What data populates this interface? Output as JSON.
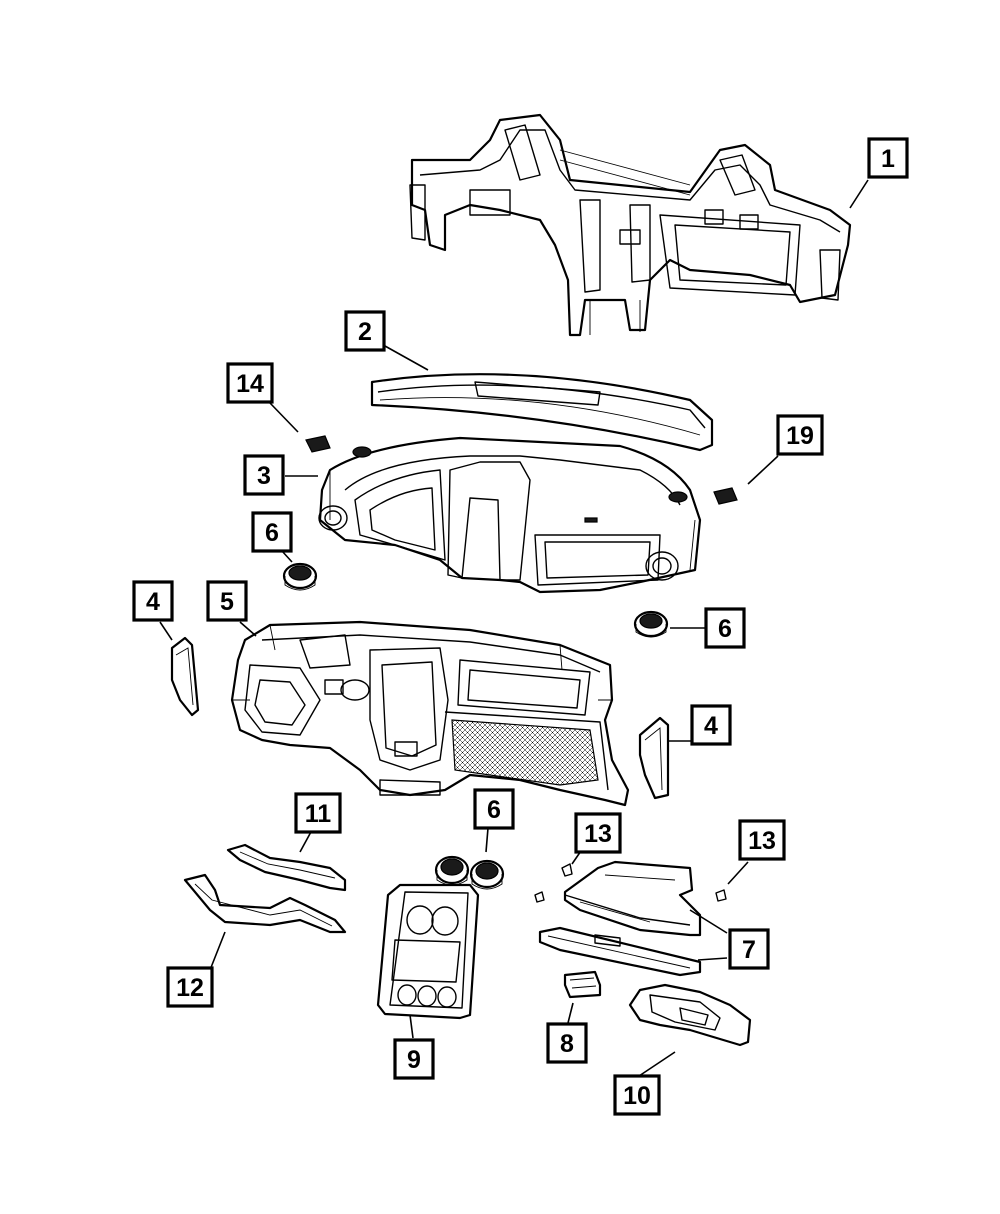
{
  "callouts": [
    {
      "id": "c1",
      "label": "1"
    },
    {
      "id": "c2",
      "label": "2"
    },
    {
      "id": "c14",
      "label": "14"
    },
    {
      "id": "c19",
      "label": "19"
    },
    {
      "id": "c3",
      "label": "3"
    },
    {
      "id": "c6a",
      "label": "6"
    },
    {
      "id": "c4a",
      "label": "4"
    },
    {
      "id": "c5",
      "label": "5"
    },
    {
      "id": "c6b",
      "label": "6"
    },
    {
      "id": "c4b",
      "label": "4"
    },
    {
      "id": "c11",
      "label": "11"
    },
    {
      "id": "c6c",
      "label": "6"
    },
    {
      "id": "c13a",
      "label": "13"
    },
    {
      "id": "c13b",
      "label": "13"
    },
    {
      "id": "c12",
      "label": "12"
    },
    {
      "id": "c7",
      "label": "7"
    },
    {
      "id": "c9",
      "label": "9"
    },
    {
      "id": "c8",
      "label": "8"
    },
    {
      "id": "c10",
      "label": "10"
    }
  ]
}
